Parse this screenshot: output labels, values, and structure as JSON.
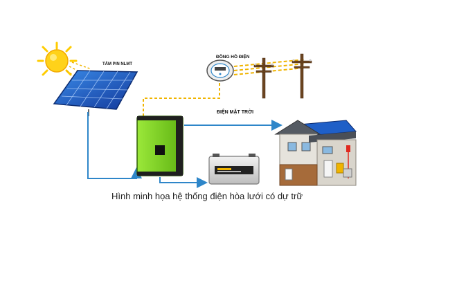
{
  "labels": {
    "solar_panel": "TẤM PIN NLMT",
    "meter": "ĐỒNG HỒ ĐIỆN",
    "solar_power": "ĐIỆN MẶT TRỜI"
  },
  "caption": "Hình minh họa hệ thống điện hòa lưới có dự trữ",
  "colors": {
    "dc_line": "#2e86c9",
    "ac_line": "#f0b400",
    "inverter": "#7ed321",
    "panel": "#1f5fc7",
    "sun": "#ffcc00"
  }
}
